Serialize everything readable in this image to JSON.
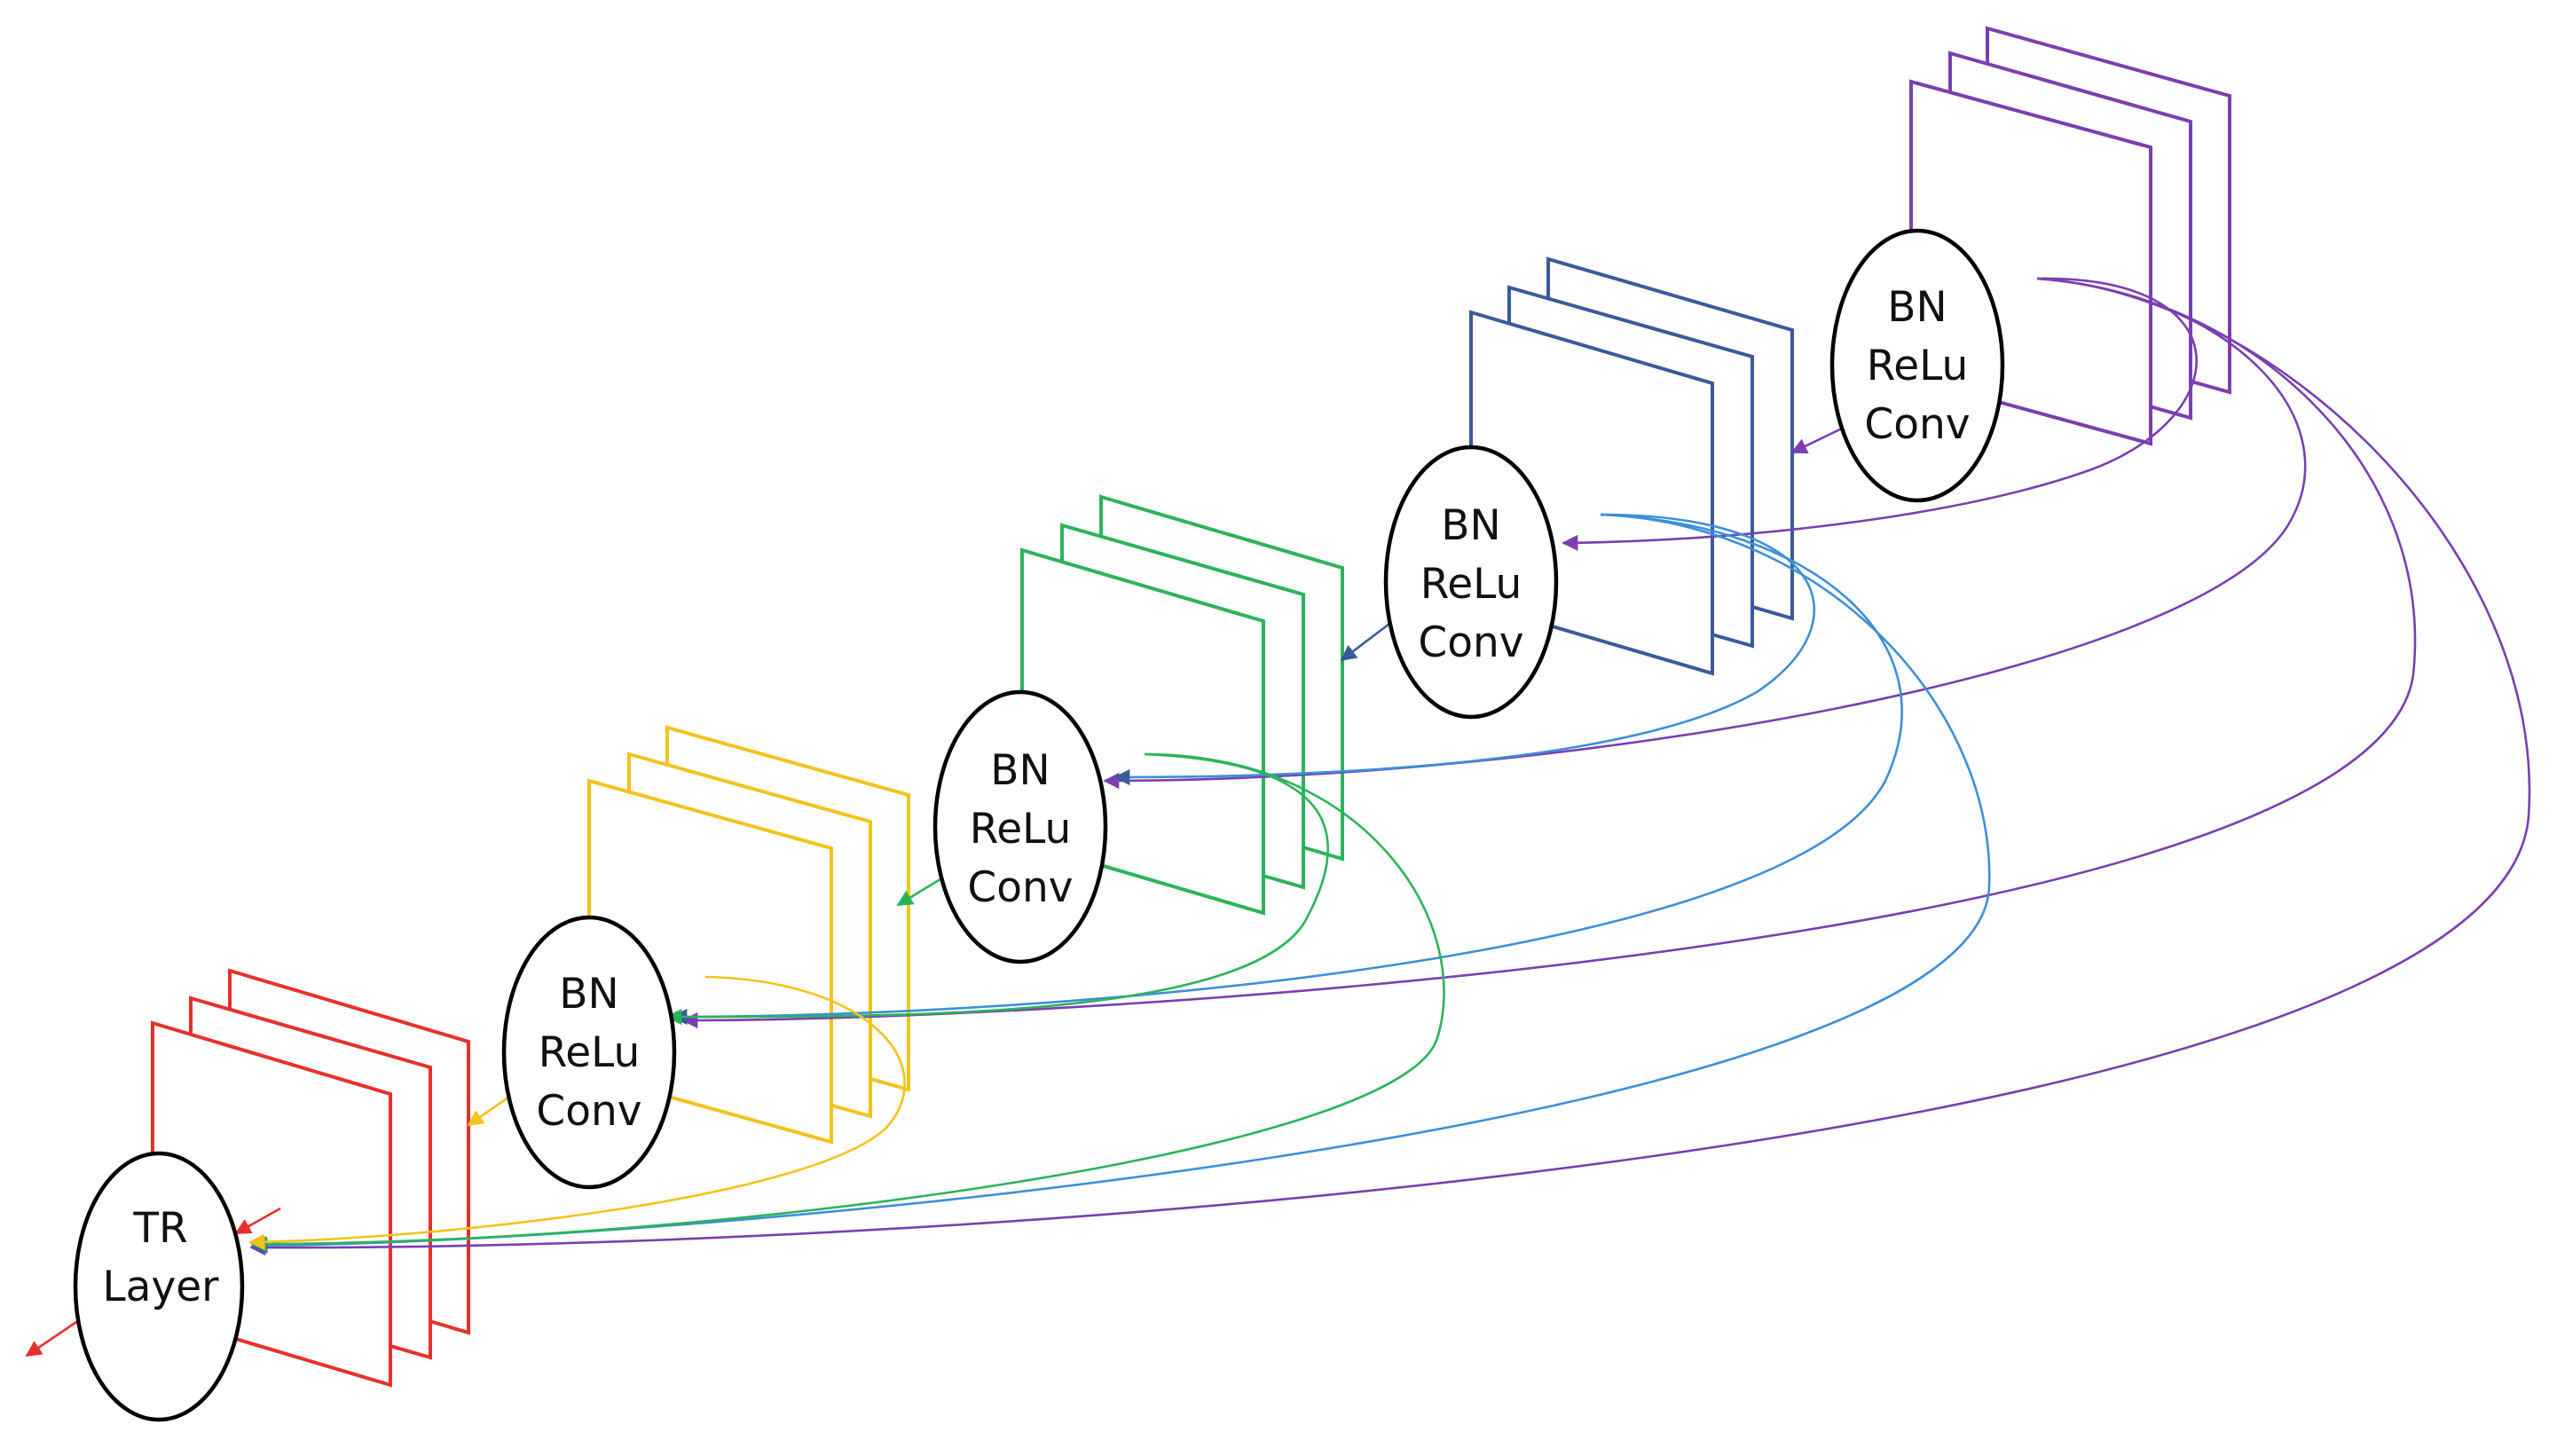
{
  "colors": {
    "red": "#e8302a",
    "yellow": "#f3c31c",
    "green": "#2cb35a",
    "blue": "#3a5a9c",
    "light_blue": "#3d8fd9",
    "purple": "#7a3fb0",
    "node_outline": "#000000"
  },
  "blocks": [
    {
      "id": "block-0",
      "color_key": "red",
      "lines": [
        "TR",
        "Layer"
      ]
    },
    {
      "id": "block-1",
      "color_key": "yellow",
      "lines": [
        "BN",
        "ReLu",
        "Conv"
      ]
    },
    {
      "id": "block-2",
      "color_key": "green",
      "lines": [
        "BN",
        "ReLu",
        "Conv"
      ]
    },
    {
      "id": "block-3",
      "color_key": "blue",
      "lines": [
        "BN",
        "ReLu",
        "Conv"
      ]
    },
    {
      "id": "block-4",
      "color_key": "purple",
      "lines": [
        "BN",
        "ReLu",
        "Conv"
      ]
    }
  ]
}
